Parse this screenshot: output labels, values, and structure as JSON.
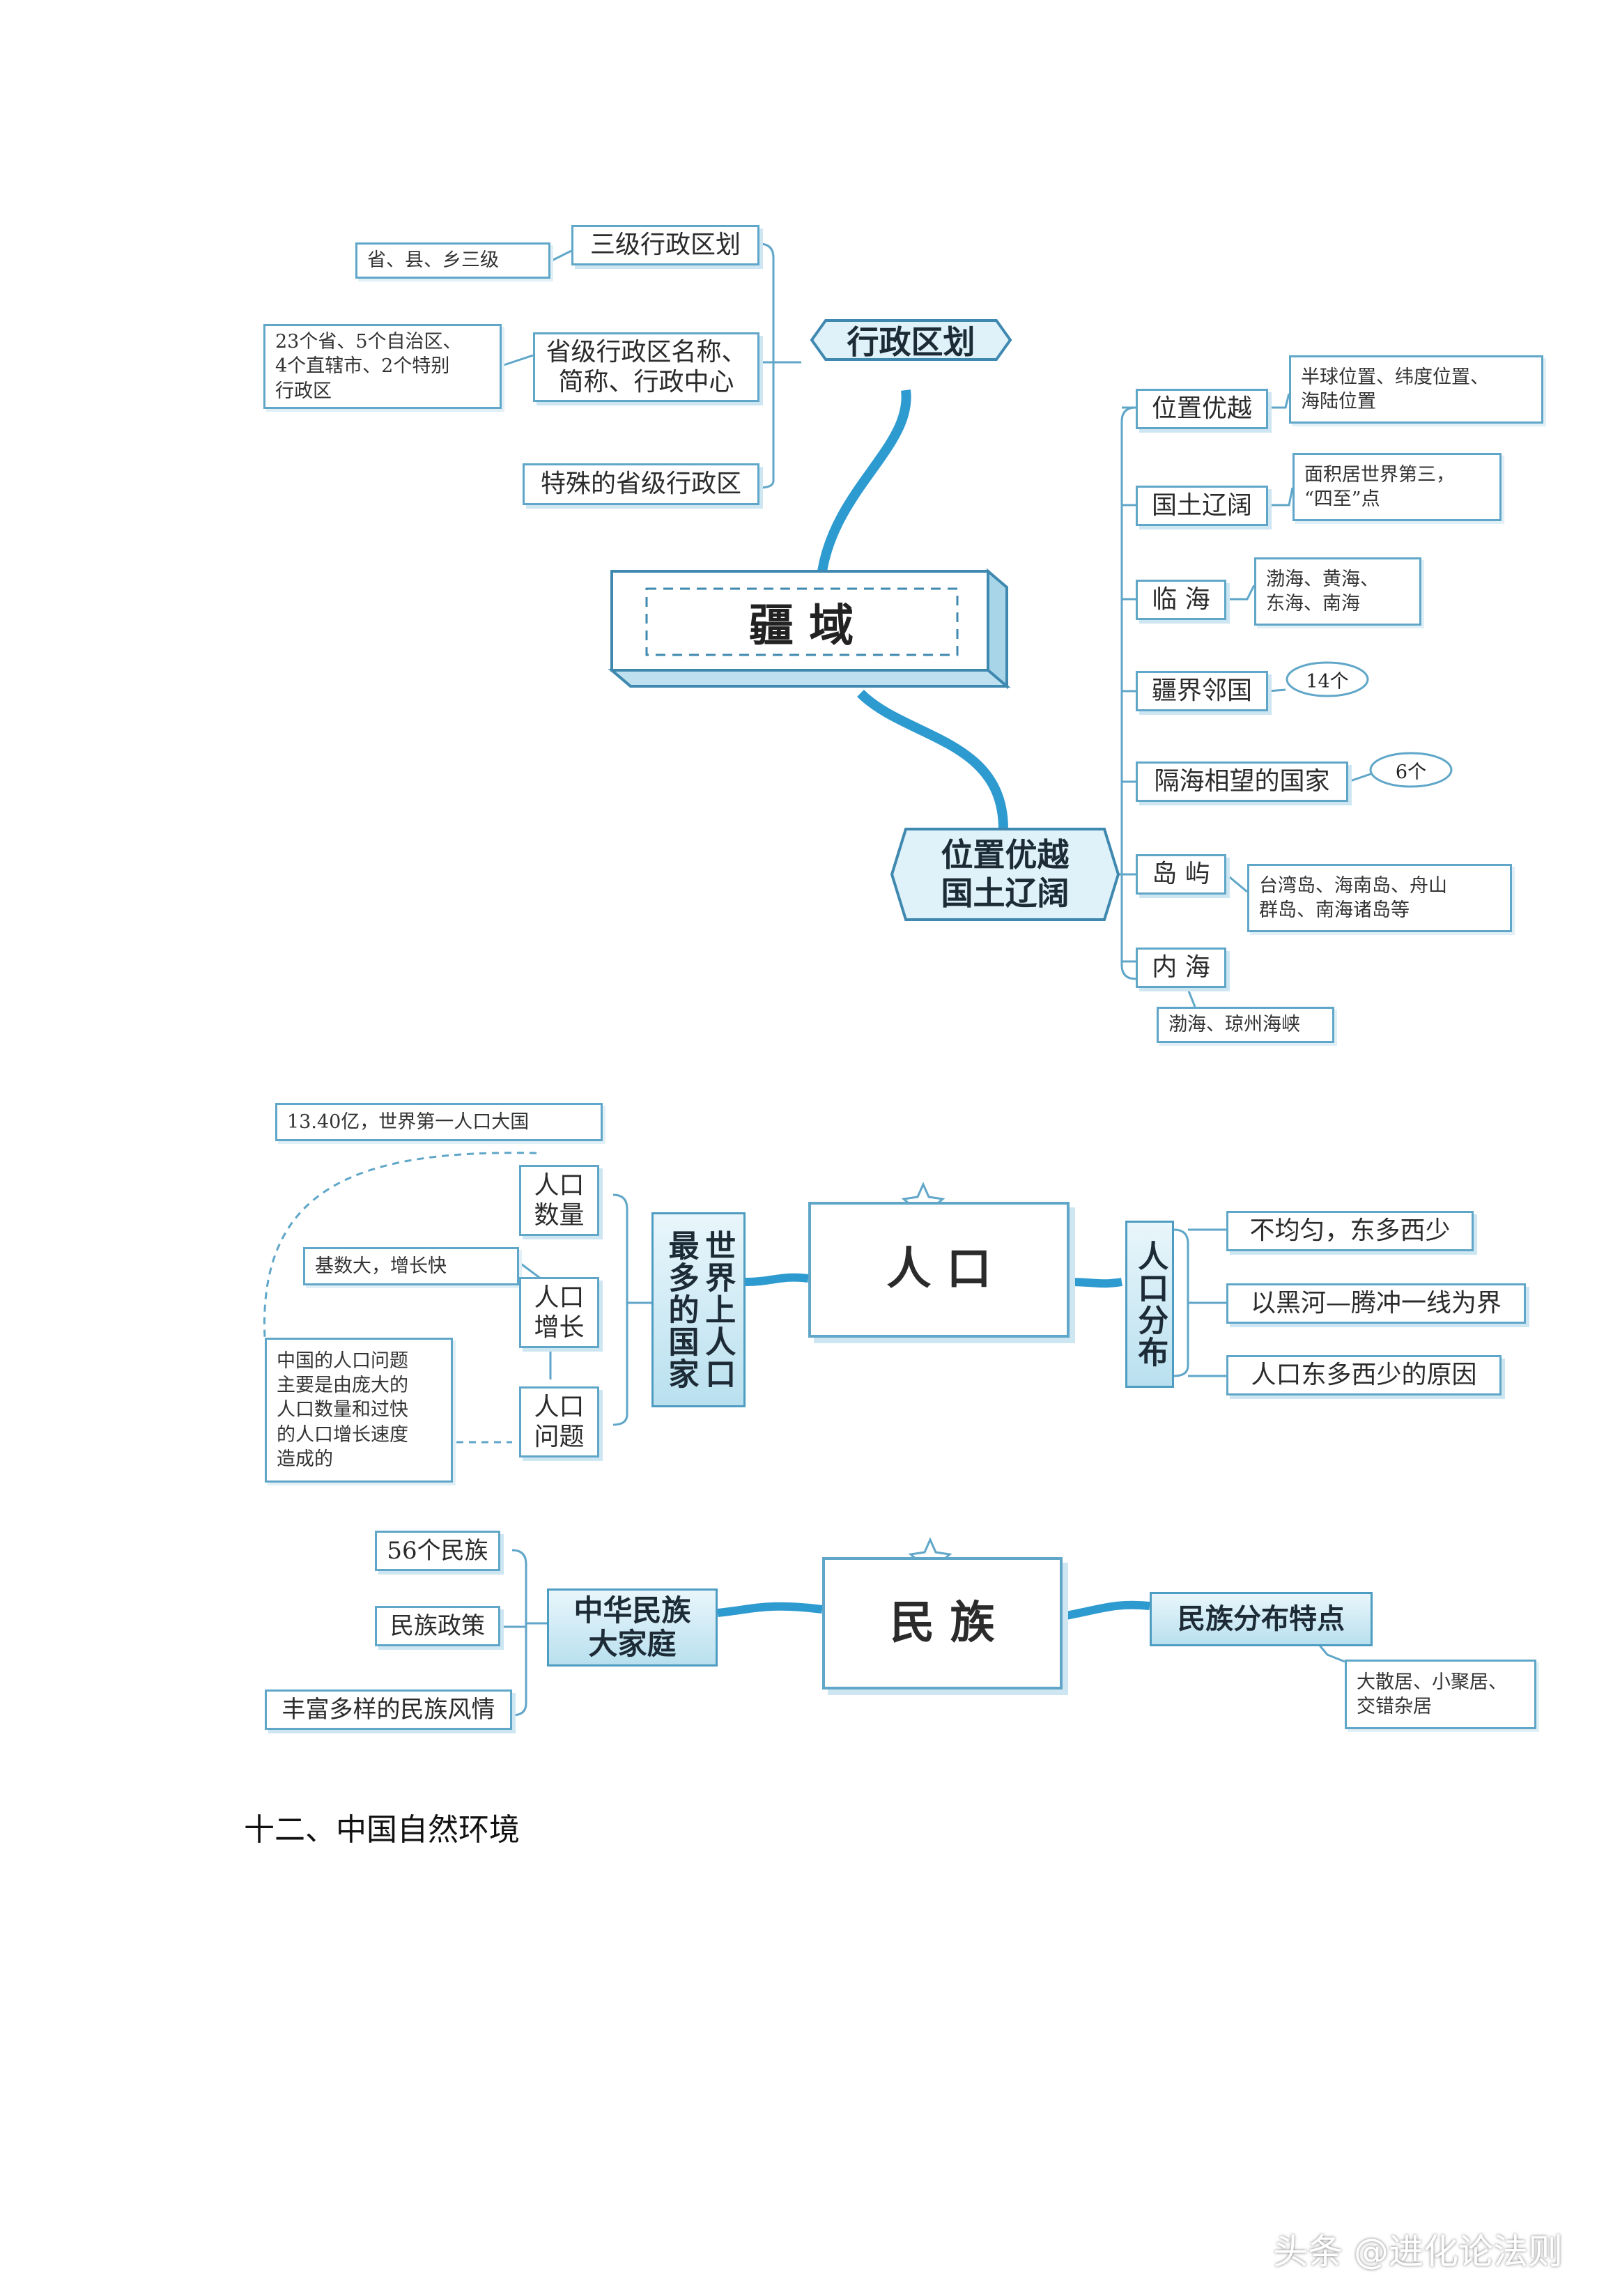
{
  "section_title": "十二、中国自然环境",
  "footer": "头条 @进化论法则",
  "territory": {
    "center": "疆  域",
    "admin": {
      "heading": "行政区划",
      "items": [
        {
          "label": "三级行政区划",
          "note": "省、县、乡三级"
        },
        {
          "label": "省级行政区名称、\n简称、行政中心",
          "note": "23个省、5个自治区、\n4个直辖市、2个特别\n行政区"
        },
        {
          "label": "特殊的省级行政区"
        }
      ]
    },
    "location": {
      "heading": "位置优越\n国土辽阔",
      "items": [
        {
          "label": "位置优越",
          "note": "半球位置、纬度位置、\n海陆位置"
        },
        {
          "label": "国土辽阔",
          "note": "面积居世界第三，\n“四至”点"
        },
        {
          "label": "临  海",
          "note": "渤海、黄海、\n东海、南海"
        },
        {
          "label": "疆界邻国",
          "note": "14个"
        },
        {
          "label": "隔海相望的国家",
          "note": "6个"
        },
        {
          "label": "岛  屿",
          "note": "台湾岛、海南岛、舟山\n群岛、南海诸岛等"
        },
        {
          "label": "内  海",
          "note": "渤海、琼州海峡"
        }
      ]
    }
  },
  "population": {
    "center": "人 口",
    "left_heading": "世界上人口最多的国家",
    "left_items": [
      {
        "label": "人口\n数量",
        "note": "13.40亿，世界第一人口大国"
      },
      {
        "label": "人口\n增长",
        "note": "基数大，增长快"
      },
      {
        "label": "人口\n问题",
        "note": "中国的人口问题\n主要是由庞大的\n人口数量和过快\n的人口增长速度\n造成的"
      }
    ],
    "right_heading": "人口分布",
    "right_items": [
      "不均匀，东多西少",
      "以黑河—腾冲一线为界",
      "人口东多西少的原因"
    ]
  },
  "ethnic": {
    "center": "民  族",
    "left_heading": "中华民族\n大家庭",
    "left_items": [
      "56个民族",
      "民族政策",
      "丰富多样的民族风情"
    ],
    "right_heading": "民族分布特点",
    "right_note": "大散居、小聚居、\n交错杂居"
  }
}
